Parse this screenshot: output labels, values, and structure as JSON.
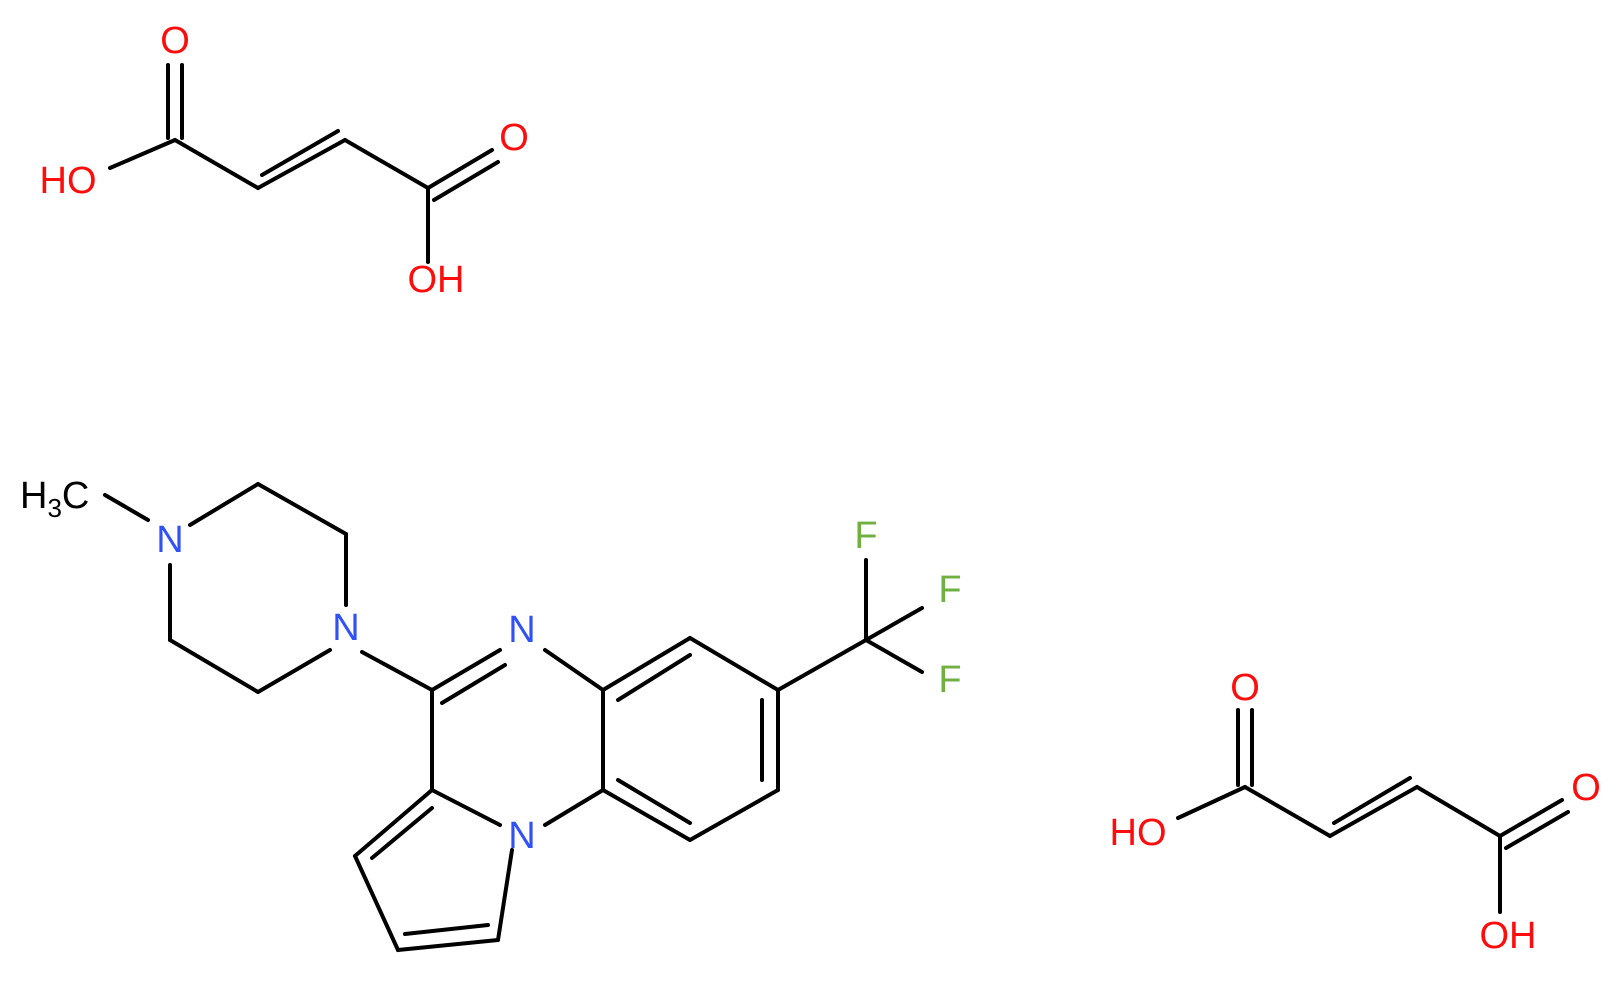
{
  "colors": {
    "bond": "#000000",
    "oxygen": "#ff0d0d",
    "nitrogen": "#3050f8",
    "fluorine": "#6fb040",
    "carbon": "#000000"
  },
  "fumarate_top": {
    "o_carbonyl_left": "O",
    "oh_left": "HO",
    "o_carbonyl_right": "O",
    "oh_right": "OH"
  },
  "fumarate_bottom": {
    "o_carbonyl_left": "O",
    "oh_left": "HO",
    "o_carbonyl_right": "O",
    "oh_right": "OH"
  },
  "main_molecule": {
    "methyl_h": "H",
    "methyl_sub": "3",
    "methyl_c": "C",
    "n_piperazine_top": "N",
    "n_piperazine_bottom": "N",
    "n_pyrazine": "N",
    "n_pyrrole": "N",
    "f1": "F",
    "f2": "F",
    "f3": "F"
  }
}
